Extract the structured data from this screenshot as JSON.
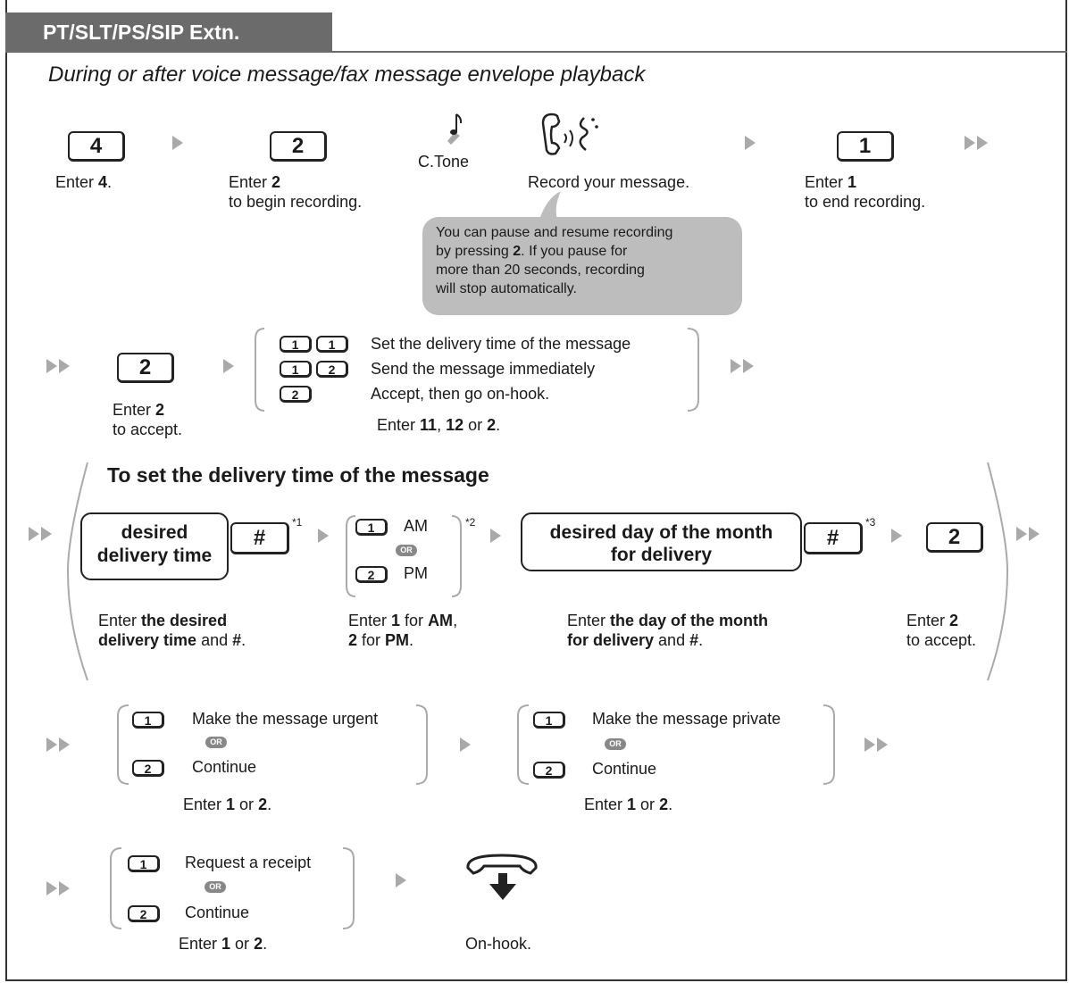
{
  "header": {
    "title": "PT/SLT/PS/SIP Extn."
  },
  "subtitle": "During or after voice message/fax message envelope playback",
  "row1": {
    "key1": "4",
    "step1_pre": "Enter ",
    "step1_key": "4",
    "step1_post": ".",
    "key2": "2",
    "step2_pre": "Enter ",
    "step2_key": "2",
    "step2_line2": "to begin recording.",
    "ctone": "C.Tone",
    "record": "Record your message.",
    "key3": "1",
    "step3_pre": "Enter ",
    "step3_key": "1",
    "step3_line2": "to end recording."
  },
  "bubble": {
    "l1": "You can pause and resume recording",
    "l2_pre": "by pressing ",
    "l2_key": "2",
    "l2_post": ". If you pause for",
    "l3": "more than 20 seconds, recording",
    "l4": "will stop automatically."
  },
  "row2": {
    "key": "2",
    "enter_pre": "Enter ",
    "enter_key": "2",
    "enter_line2": "to accept.",
    "opt1_k1": "1",
    "opt1_k2": "1",
    "opt1": "Set the delivery time of the message",
    "opt2_k1": "1",
    "opt2_k2": "2",
    "opt2": "Send the message immediately",
    "opt3_k1": "2",
    "opt3": "Accept, then go on-hook.",
    "enter_choice_pre": "Enter ",
    "c1": "11",
    "sep1": ", ",
    "c2": "12",
    "sep2": " or ",
    "c3": "2",
    "end": "."
  },
  "section": {
    "title": "To set the delivery time of the message",
    "field1_l1": "desired",
    "field1_l2": "delivery time",
    "hash": "#",
    "note1": "*1",
    "am_key": "1",
    "am": "AM",
    "pm_key": "2",
    "pm": "PM",
    "or": "OR",
    "note2": "*2",
    "field2_l1": "desired day of the month",
    "field2_l2": "for delivery",
    "hash2": "#",
    "note3": "*3",
    "accept_key": "2",
    "d1_pre": "Enter ",
    "d1_b1": "the desired",
    "d1_b2": "delivery time",
    "d1_mid": " and ",
    "d1_hash": "#",
    "d1_end": ".",
    "d2_pre": "Enter ",
    "d2_k1": "1",
    "d2_mid": " for ",
    "d2_am": "AM",
    "d2_comma": ",",
    "d2_k2": "2",
    "d2_mid2": " for ",
    "d2_pm": "PM",
    "d2_end": ".",
    "d3_pre": "Enter ",
    "d3_b1": "the day of the month",
    "d3_b2": "for delivery",
    "d3_mid": " and ",
    "d3_hash": "#",
    "d3_end": ".",
    "d4_pre": "Enter ",
    "d4_key": "2",
    "d4_line2": "to accept."
  },
  "urgent": {
    "k1": "1",
    "opt1": "Make the message urgent",
    "k2": "2",
    "opt2": "Continue",
    "enter_pre": "Enter ",
    "e1": "1",
    "mid": " or ",
    "e2": "2",
    "end": "."
  },
  "private": {
    "k1": "1",
    "opt1": "Make the message private",
    "k2": "2",
    "opt2": "Continue",
    "enter_pre": "Enter ",
    "e1": "1",
    "mid": " or ",
    "e2": "2",
    "end": "."
  },
  "receipt": {
    "k1": "1",
    "opt1": "Request a receipt",
    "k2": "2",
    "opt2": "Continue",
    "enter_pre": "Enter ",
    "e1": "1",
    "mid": " or ",
    "e2": "2",
    "end": "."
  },
  "onhook": {
    "label": "On-hook."
  }
}
